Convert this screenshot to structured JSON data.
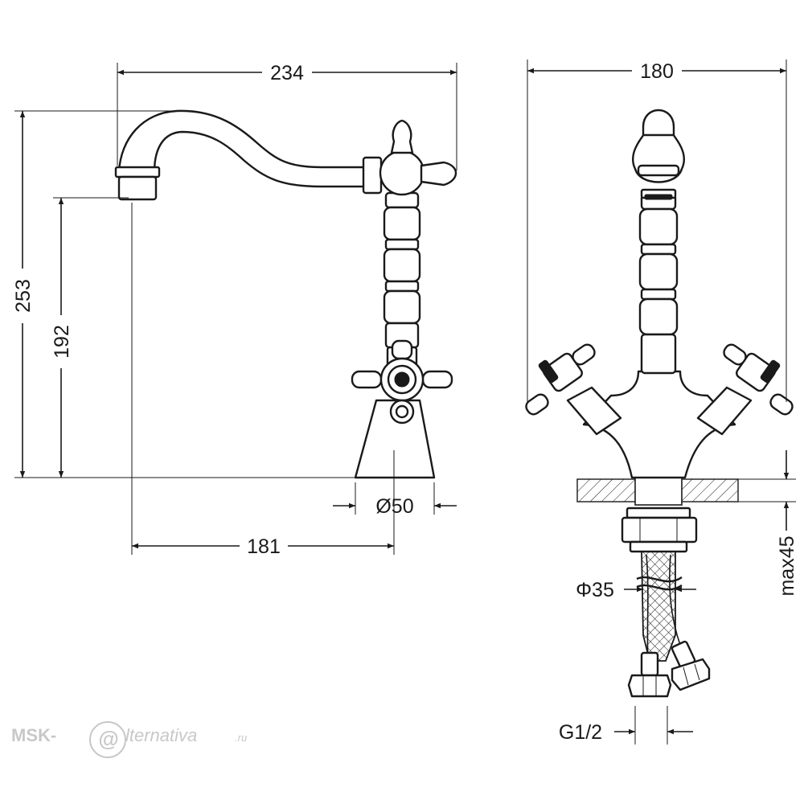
{
  "side_view": {
    "dim_width_total": "234",
    "dim_height_total": "253",
    "dim_spout_height": "192",
    "dim_base_diameter": "Ø50",
    "dim_spout_reach": "181"
  },
  "front_view": {
    "dim_width_total": "180",
    "dim_hose_diameter": "Φ35",
    "dim_thread": "G1/2",
    "dim_deck_thickness": "max45"
  },
  "watermark": {
    "prefix": "MSK-",
    "at_symbol": "@",
    "suffix": "lternativa",
    "domain": ".ru"
  },
  "colors": {
    "line": "#1a1a1a",
    "watermark": "#c8c8c8",
    "background": "#ffffff"
  }
}
